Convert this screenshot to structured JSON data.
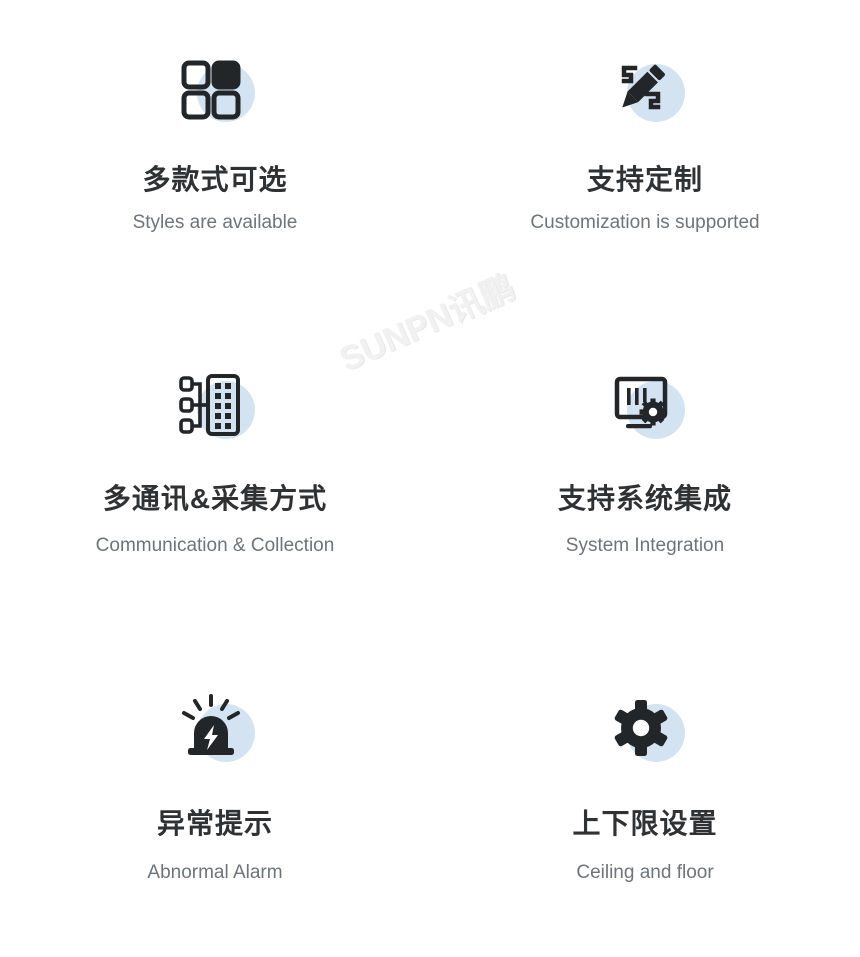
{
  "page": {
    "background_color": "#ffffff",
    "accent_circle_color": "#d3e3f1",
    "icon_color": "#232629",
    "title_color": "#2f3133",
    "subtitle_color": "#6e7479"
  },
  "watermark": {
    "text": "SUNPN讯鹏",
    "color": "#f1f1f1",
    "rotation_deg": -24
  },
  "features": [
    {
      "icon": "four-squares-icon",
      "title_cn": "多款式可选",
      "title_en": "Styles are available"
    },
    {
      "icon": "pencil-edit-icon",
      "title_cn": "支持定制",
      "title_en": "Customization is supported"
    },
    {
      "icon": "network-rack-icon",
      "title_cn": "多通讯&采集方式",
      "title_en": "Communication & Collection"
    },
    {
      "icon": "monitor-gear-icon",
      "title_cn": "支持系统集成",
      "title_en": "System Integration"
    },
    {
      "icon": "alarm-siren-icon",
      "title_cn": "异常提示",
      "title_en": "Abnormal Alarm"
    },
    {
      "icon": "gear-icon",
      "title_cn": "上下限设置",
      "title_en": "Ceiling and floor"
    }
  ]
}
